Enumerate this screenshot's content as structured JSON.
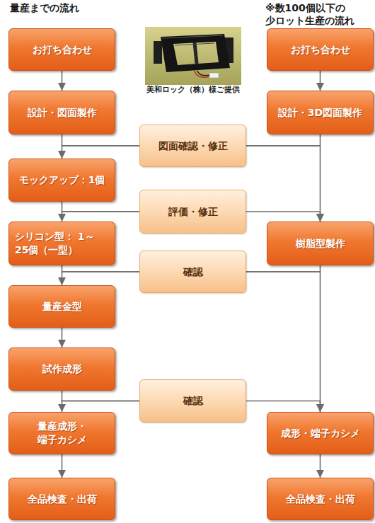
{
  "diagram": {
    "nodes": [
      {
        "text": [
          "お打ち合わせ"
        ]
      },
      {
        "text": [
          "お打ち合わせ"
        ]
      },
      {
        "text": [
          "設計・図面製作"
        ]
      },
      {
        "text": [
          "設計・3D図面製作"
        ]
      },
      {
        "text": [
          "図面確認・修正"
        ]
      },
      {
        "text": [
          "モックアップ：1個"
        ]
      },
      {
        "text": [
          "評価・修正"
        ]
      },
      {
        "text": [
          "シリコン型： 1～25個（一型）"
        ]
      },
      {
        "text": [
          "樹脂型製作"
        ]
      },
      {
        "text": [
          "確認"
        ]
      },
      {
        "text": [
          "量産金型"
        ]
      },
      {
        "text": [
          "試作成形"
        ]
      },
      {
        "text": [
          "確認"
        ]
      },
      {
        "text": [
          "量産成形・端子カシメ"
        ]
      },
      {
        "text": [
          "成形・端子カシメ"
        ]
      },
      {
        "text": [
          "全品検査・出荷"
        ]
      },
      {
        "text": [
          "全品検査・出荷"
        ]
      }
    ],
    "edges": [
      {
        "from": 0,
        "to": 2,
        "arrow": "to"
      },
      {
        "from": 1,
        "to": 3,
        "arrow": "to"
      },
      {
        "from": 2,
        "to": 4,
        "arrow": "none"
      },
      {
        "from": 4,
        "to": 5,
        "arrow": "to"
      },
      {
        "from": 3,
        "to": 4,
        "arrow": "none"
      },
      {
        "from": 4,
        "to": 8,
        "arrow": "to"
      },
      {
        "from": 5,
        "to": 6,
        "arrow": "none"
      },
      {
        "from": 6,
        "to": 7,
        "arrow": "to"
      },
      {
        "from": 6,
        "to": 8,
        "arrow": "to"
      },
      {
        "from": 7,
        "to": 9,
        "arrow": "none"
      },
      {
        "from": 9,
        "to": 10,
        "arrow": "to"
      },
      {
        "from": 8,
        "to": 9,
        "arrow": "none"
      },
      {
        "from": 9,
        "to": 14,
        "arrow": "to"
      },
      {
        "from": 10,
        "to": 11,
        "arrow": "to"
      },
      {
        "from": 11,
        "to": 12,
        "arrow": "none"
      },
      {
        "from": 12,
        "to": 13,
        "arrow": "to"
      },
      {
        "from": 12,
        "to": 14,
        "arrow": "to"
      },
      {
        "from": 13,
        "to": 15,
        "arrow": "to"
      },
      {
        "from": 14,
        "to": 16,
        "arrow": "to"
      }
    ],
    "labels": [
      "量産までの流れ",
      "※数100個以下の 少ロット生産の流れ",
      "美和ロック（株）様ご提供"
    ]
  }
}
